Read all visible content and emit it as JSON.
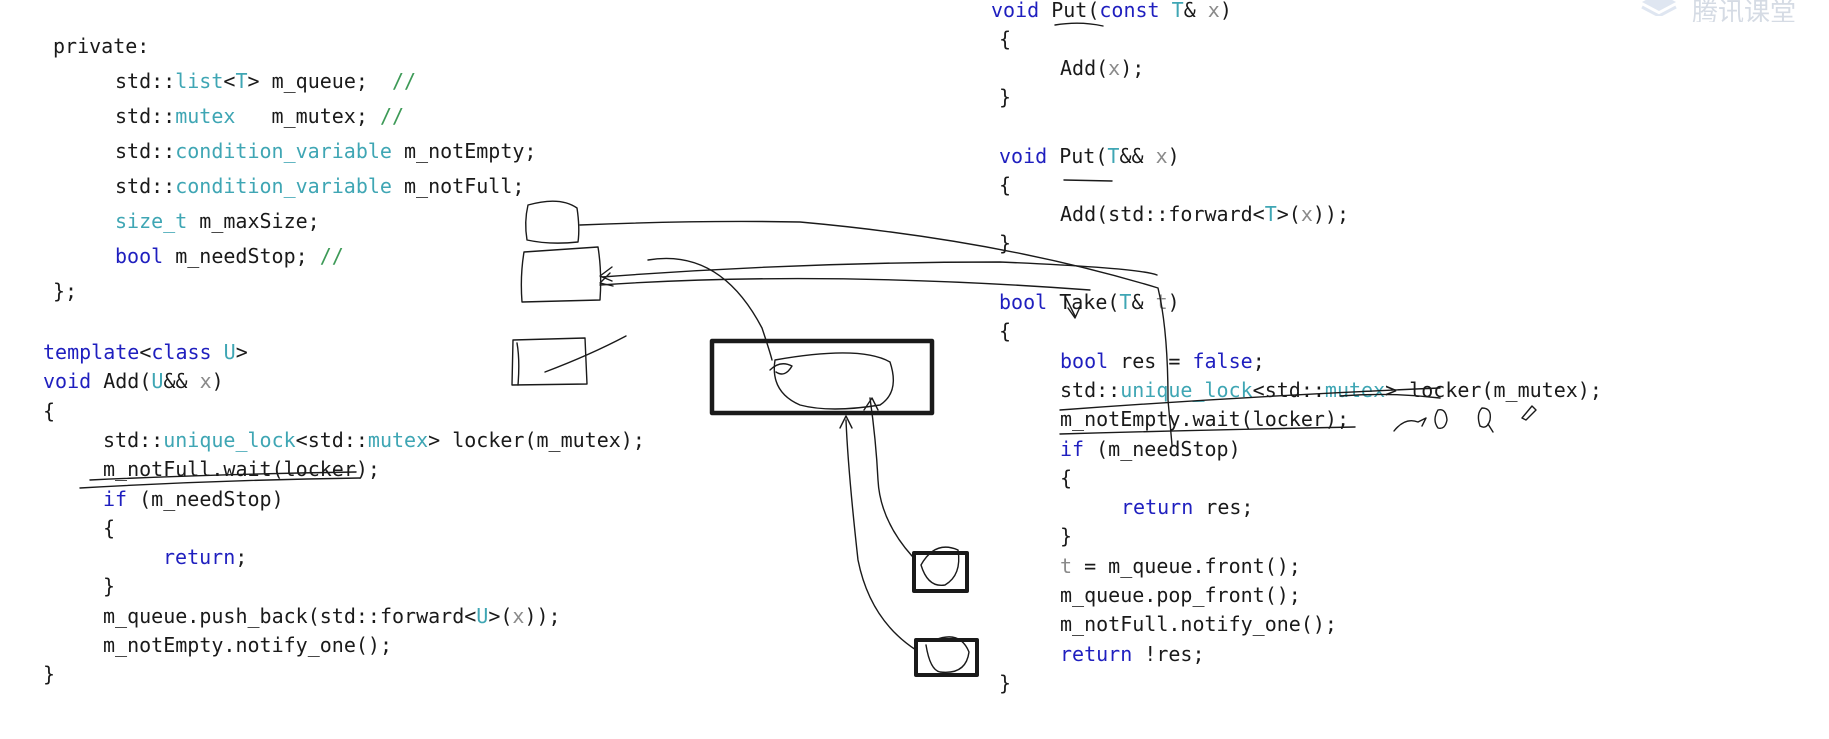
{
  "colors": {
    "keyword": "#1f1fbf",
    "type": "#3fa6b4",
    "comment": "#3d9a57",
    "param": "#8a8a8a",
    "text": "#1a1a1a",
    "ink": "#1a1a1a"
  },
  "icons": [
    "app-logo-icon"
  ],
  "watermark": {
    "text": "腾讯课堂"
  },
  "left_code": {
    "private_block": [
      [
        {
          "t": "private:"
        }
      ],
      [
        {
          "t": "std::"
        },
        {
          "t": "list",
          "c": "typ"
        },
        {
          "t": "<"
        },
        {
          "t": "T",
          "c": "typ"
        },
        {
          "t": "> m_queue;  "
        },
        {
          "t": "//",
          "c": "cm"
        }
      ],
      [
        {
          "t": "std::"
        },
        {
          "t": "mutex",
          "c": "typ"
        },
        {
          "t": "   m_mutex; "
        },
        {
          "t": "//",
          "c": "cm"
        }
      ],
      [
        {
          "t": "std::"
        },
        {
          "t": "condition_variable",
          "c": "typ"
        },
        {
          "t": " m_notEmpty;"
        }
      ],
      [
        {
          "t": "std::"
        },
        {
          "t": "condition_variable",
          "c": "typ"
        },
        {
          "t": " m_notFull;"
        }
      ],
      [
        {
          "t": "size_t",
          "c": "typ"
        },
        {
          "t": " m_maxSize;"
        }
      ],
      [
        {
          "t": "bool",
          "c": "kw"
        },
        {
          "t": " m_needStop; "
        },
        {
          "t": "//",
          "c": "cm"
        }
      ],
      [
        {
          "t": "};"
        }
      ]
    ],
    "add_block": [
      [
        {
          "t": "template",
          "c": "kw"
        },
        {
          "t": "<"
        },
        {
          "t": "class",
          "c": "kw"
        },
        {
          "t": " "
        },
        {
          "t": "U",
          "c": "typ"
        },
        {
          "t": ">"
        }
      ],
      [
        {
          "t": "void",
          "c": "kw"
        },
        {
          "t": " Add("
        },
        {
          "t": "U",
          "c": "typ"
        },
        {
          "t": "&& "
        },
        {
          "t": "x",
          "c": "pm"
        },
        {
          "t": ")"
        }
      ],
      [
        {
          "t": "{"
        }
      ],
      [
        {
          "t": "std::"
        },
        {
          "t": "unique_lock",
          "c": "typ"
        },
        {
          "t": "<std::"
        },
        {
          "t": "mutex",
          "c": "typ"
        },
        {
          "t": "> locker(m_mutex);"
        }
      ],
      [
        {
          "t": "m_notFull.wait(locker);"
        }
      ],
      [
        {
          "t": "if",
          "c": "kw"
        },
        {
          "t": " (m_needStop)"
        }
      ],
      [
        {
          "t": "{"
        }
      ],
      [
        {
          "t": "return",
          "c": "kw"
        },
        {
          "t": ";"
        }
      ],
      [
        {
          "t": "}"
        }
      ],
      [
        {
          "t": "m_queue.push_back(std::forward<"
        },
        {
          "t": "U",
          "c": "typ"
        },
        {
          "t": ">("
        },
        {
          "t": "x",
          "c": "pm"
        },
        {
          "t": "));"
        }
      ],
      [
        {
          "t": "m_notEmpty.notify_one();"
        }
      ],
      [
        {
          "t": "}"
        }
      ]
    ]
  },
  "right_code": {
    "put_const": [
      [
        {
          "t": "void",
          "c": "kw"
        },
        {
          "t": " Put("
        },
        {
          "t": "const",
          "c": "kw"
        },
        {
          "t": " "
        },
        {
          "t": "T",
          "c": "typ"
        },
        {
          "t": "& "
        },
        {
          "t": "x",
          "c": "pm"
        },
        {
          "t": ")"
        }
      ],
      [
        {
          "t": "{"
        }
      ],
      [
        {
          "t": "Add("
        },
        {
          "t": "x",
          "c": "pm"
        },
        {
          "t": ");"
        }
      ],
      [
        {
          "t": "}"
        }
      ]
    ],
    "put_rvalue": [
      [
        {
          "t": "void",
          "c": "kw"
        },
        {
          "t": " Put("
        },
        {
          "t": "T",
          "c": "typ"
        },
        {
          "t": "&& "
        },
        {
          "t": "x",
          "c": "pm"
        },
        {
          "t": ")"
        }
      ],
      [
        {
          "t": "{"
        }
      ],
      [
        {
          "t": "Add(std::forward<"
        },
        {
          "t": "T",
          "c": "typ"
        },
        {
          "t": ">("
        },
        {
          "t": "x",
          "c": "pm"
        },
        {
          "t": "));"
        }
      ],
      [
        {
          "t": "}"
        }
      ]
    ],
    "take": [
      [
        {
          "t": "bool",
          "c": "kw"
        },
        {
          "t": " Take("
        },
        {
          "t": "T",
          "c": "typ"
        },
        {
          "t": "& "
        },
        {
          "t": "t",
          "c": "pm"
        },
        {
          "t": ")"
        }
      ],
      [
        {
          "t": "{"
        }
      ],
      [
        {
          "t": "bool",
          "c": "kw"
        },
        {
          "t": " res = "
        },
        {
          "t": "false",
          "c": "kw"
        },
        {
          "t": ";"
        }
      ],
      [
        {
          "t": "std::"
        },
        {
          "t": "unique_lock",
          "c": "typ"
        },
        {
          "t": "<std::"
        },
        {
          "t": "mutex",
          "c": "typ"
        },
        {
          "t": "> locker(m_mutex);"
        }
      ],
      [
        {
          "t": "m_notEmpty.wait(locker);"
        }
      ],
      [
        {
          "t": "if",
          "c": "kw"
        },
        {
          "t": " (m_needStop)"
        }
      ],
      [
        {
          "t": "{"
        }
      ],
      [
        {
          "t": "return",
          "c": "kw"
        },
        {
          "t": " res;"
        }
      ],
      [
        {
          "t": "}"
        }
      ],
      [
        {
          "t": "t",
          "c": "pm"
        },
        {
          "t": " = m_queue.front();"
        }
      ],
      [
        {
          "t": "m_queue.pop_front();"
        }
      ],
      [
        {
          "t": "m_notFull.notify_one();"
        }
      ],
      [
        {
          "t": "return",
          "c": "kw"
        },
        {
          "t": " !res;"
        }
      ],
      [
        {
          "t": "}"
        }
      ]
    ]
  }
}
